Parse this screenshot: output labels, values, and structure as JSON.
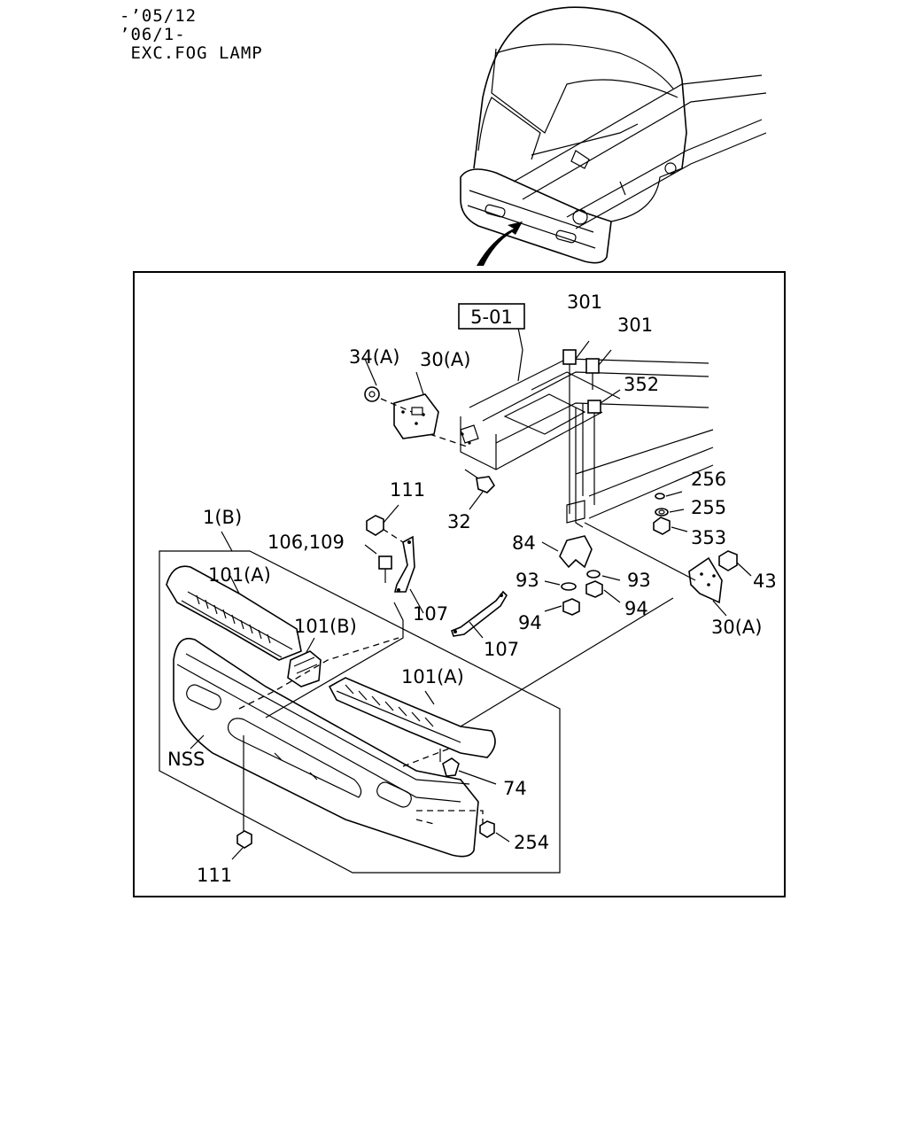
{
  "header": {
    "line1": "-’05/12",
    "line2": "’06/1-",
    "line3": " EXC.FOG LAMP"
  },
  "ref_box": "5-01",
  "labels": {
    "p301a": "301",
    "p301b": "301",
    "p352": "352",
    "p34a": "34(A)",
    "p30a_top": "30(A)",
    "p256": "256",
    "p255": "255",
    "p353": "353",
    "p111_top": "111",
    "p32": "32",
    "p1b": "1(B)",
    "p106_109": "106,109",
    "p84": "84",
    "p43": "43",
    "p101a_top": "101(A)",
    "p93a": "93",
    "p93b": "93",
    "p107a": "107",
    "p94a": "94",
    "p94b": "94",
    "p30a_right": "30(A)",
    "p101b": "101(B)",
    "p107b": "107",
    "p101a_mid": "101(A)",
    "p nss": "",
    "nss": "NSS",
    "p74": "74",
    "p254": "254",
    "p111_bottom": "111"
  }
}
